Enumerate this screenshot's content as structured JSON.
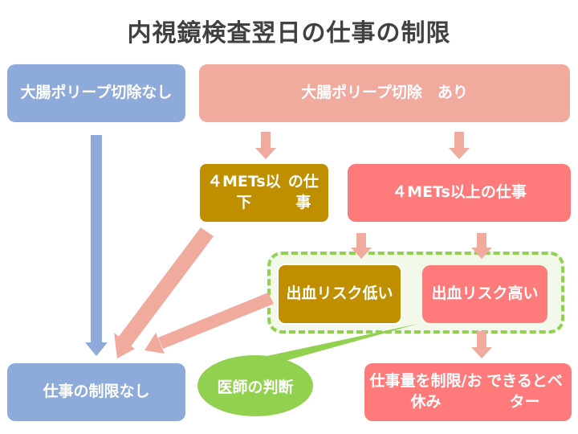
{
  "title": "内視鏡検査翌日の仕事の制限",
  "nodes": {
    "no_polyp": [
      "大腸ポリープ切除",
      "なし"
    ],
    "polyp_yes": [
      "大腸ポリープ切除　あり"
    ],
    "mets_below": [
      "４METs以下",
      "の仕事"
    ],
    "mets_above": [
      "４METs以上",
      "の仕事"
    ],
    "bleed_low": [
      "出血リスク",
      "低い"
    ],
    "bleed_high": [
      "出血リスク",
      "高い"
    ],
    "no_restriction": [
      "仕事の制限なし"
    ],
    "doctor_judgment": [
      "医師の判断"
    ],
    "restrict_work": [
      "仕事量を制限/お休み",
      "できるとベター"
    ]
  },
  "colors": {
    "blue": "#8eaadb",
    "pink": "#f0aa9e",
    "salmon": "#ff7b7b",
    "olive": "#bf8f00",
    "green": "#92d050",
    "title": "#404040"
  }
}
